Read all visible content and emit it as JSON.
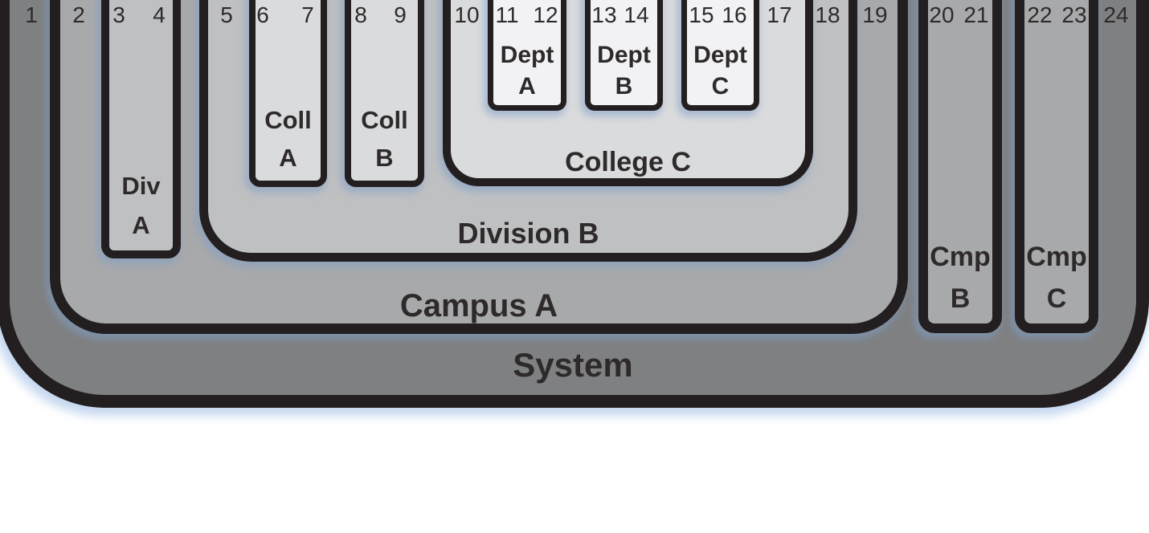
{
  "diagram": {
    "description": "Nested organizational hierarchy diagram with numbered units 1-24 at top",
    "boxes": {
      "system": {
        "label": "System"
      },
      "campus_a": {
        "label": "Campus A"
      },
      "cmp_b": {
        "lines": [
          "Cmp",
          "B"
        ]
      },
      "cmp_c": {
        "lines": [
          "Cmp",
          "C"
        ]
      },
      "div_a": {
        "lines": [
          "Div",
          "A"
        ]
      },
      "division_b": {
        "label": "Division B"
      },
      "coll_a": {
        "lines": [
          "Coll",
          "A"
        ]
      },
      "coll_b": {
        "lines": [
          "Coll",
          "B"
        ]
      },
      "college_c": {
        "label": "College C"
      },
      "dept_a": {
        "lines": [
          "Dept",
          "A"
        ]
      },
      "dept_b": {
        "lines": [
          "Dept",
          "B"
        ]
      },
      "dept_c": {
        "lines": [
          "Dept",
          "C"
        ]
      }
    },
    "numbers": [
      {
        "value": "1",
        "region": "System"
      },
      {
        "value": "2",
        "region": "Campus A"
      },
      {
        "value": "3",
        "region": "Div A"
      },
      {
        "value": "4",
        "region": "Div A"
      },
      {
        "value": "5",
        "region": "Division B"
      },
      {
        "value": "6",
        "region": "Coll A"
      },
      {
        "value": "7",
        "region": "Coll A"
      },
      {
        "value": "8",
        "region": "Coll B"
      },
      {
        "value": "9",
        "region": "Coll B"
      },
      {
        "value": "10",
        "region": "College C"
      },
      {
        "value": "11",
        "region": "Dept A"
      },
      {
        "value": "12",
        "region": "Dept A"
      },
      {
        "value": "13",
        "region": "Dept B"
      },
      {
        "value": "14",
        "region": "Dept B"
      },
      {
        "value": "15",
        "region": "Dept C"
      },
      {
        "value": "16",
        "region": "Dept C"
      },
      {
        "value": "17",
        "region": "College C"
      },
      {
        "value": "18",
        "region": "Division B"
      },
      {
        "value": "19",
        "region": "Campus A"
      },
      {
        "value": "20",
        "region": "Cmp B"
      },
      {
        "value": "21",
        "region": "Cmp B"
      },
      {
        "value": "22",
        "region": "Cmp C"
      },
      {
        "value": "23",
        "region": "Cmp C"
      },
      {
        "value": "24",
        "region": "System"
      }
    ]
  },
  "colors": {
    "bg": "#ffffff",
    "border": "#231f20",
    "text": "#2e2a2b",
    "level0": "#7f8082",
    "level1": "#a8a9ab",
    "level2": "#bfc0c2",
    "level3": "#dadbdd",
    "level4": "#f2f2f4",
    "glow": "rgba(128,158,198,0.55)",
    "glow-outer": "rgba(160,190,230,0.6)"
  }
}
